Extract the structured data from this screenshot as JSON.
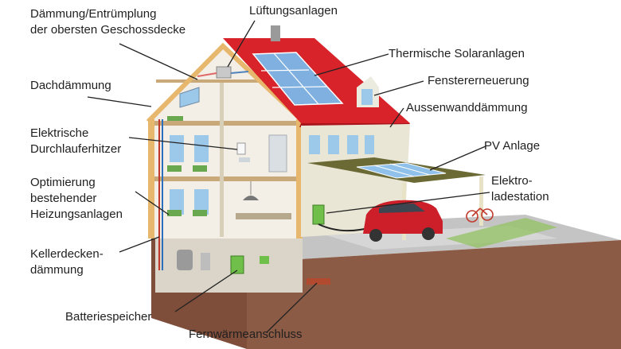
{
  "labels": {
    "daemmung_entruempelung": "Dämmung/Entrümplung\nder obersten Geschossdecke",
    "lueftungsanlagen": "Lüftungsanlagen",
    "thermische_solaranlagen": "Thermische Solaranlagen",
    "fenstererneuerung": "Fenstererneuerung",
    "aussenwanddaemmung": "Aussenwanddämmung",
    "dachdaemmung": "Dachdämmung",
    "elektrische_durchlauferhitzer": "Elektrische\nDurchlauferhitzer",
    "pv_anlage": "PV Anlage",
    "elektroladestation": "Elektro-\nladestation",
    "optimierung_heizungsanlagen": "Optimierung\nbestehender\nHeizungsanlagen",
    "kellerdeckendaemmung": "Kellerdecken-\ndämmung",
    "batteriespeicher": "Batteriespeicher",
    "fernwaermeanschluss": "Fernwärmeanschluss"
  },
  "colors": {
    "roof": "#d8232a",
    "facade": "#eae8d8",
    "interior": "#f2eee5",
    "floor_slab": "#c9a87a",
    "ground_top": "#bdbdbd",
    "soil": "#8a5a44",
    "carport_roof": "#6b6a35",
    "solar_panel": "#7fb0e0",
    "car": "#cc1f2a",
    "leader_line": "#222222"
  }
}
